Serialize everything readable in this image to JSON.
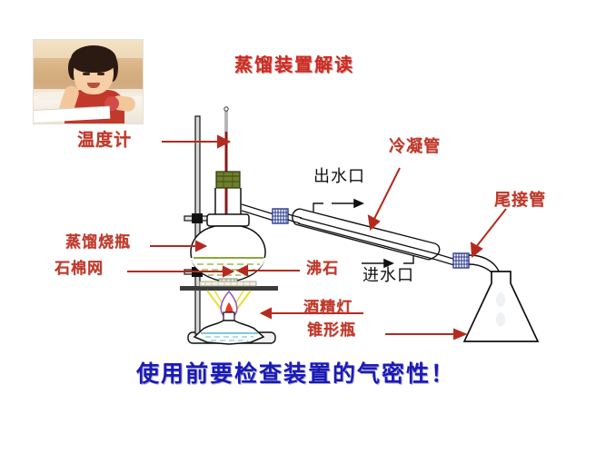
{
  "page": {
    "title": "蒸馏装置解读",
    "footer_note": "使用前要检查装置的气密性！",
    "title_color": "#cc2b22",
    "footer_color": "#1a1ab5"
  },
  "photo": {
    "alt": "smiling-child-at-desk"
  },
  "labels": {
    "thermometer": "温度计",
    "distillation_flask": "蒸馏烧瓶",
    "asbestos_mesh": "石棉网",
    "boiling_stone": "沸石",
    "alcohol_lamp": "酒精灯",
    "conical_flask": "锥形瓶",
    "condenser": "冷凝管",
    "tail_tube": "尾接管",
    "water_outlet": "出水口",
    "water_inlet": "进水口"
  },
  "colors": {
    "label_red": "#c0392b",
    "label_black": "#111111",
    "arrow_red": "#b52a1f",
    "flame_purple": "#9b59b6",
    "flame_yellow": "#e8e03a",
    "liquid_green": "#8aa83a",
    "liquid_blue": "#7fc9d8",
    "clamp_navy": "#2b3a8f",
    "cork_olive": "#6f7f2a",
    "mercury_red": "#8b1a1a"
  }
}
